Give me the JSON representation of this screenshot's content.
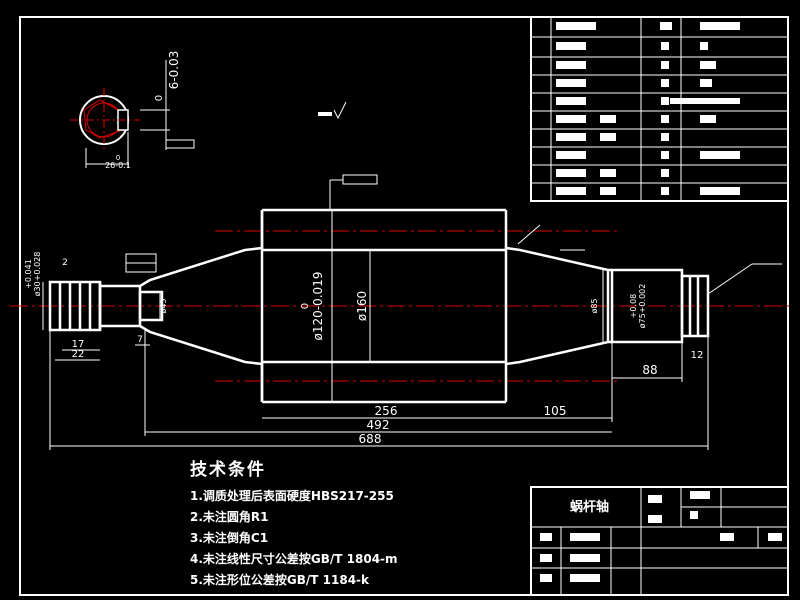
{
  "drawing": {
    "part_name": "蜗杆轴",
    "technical_requirements": {
      "title": "技术条件",
      "items": [
        "1.调质处理后表面硬度HBS217-255",
        "2.未注圆角R1",
        "3.未注倒角C1",
        "4.未注线性尺寸公差按GB/T 1804-m",
        "5.未注形位公差按GB/T 1184-k"
      ]
    },
    "dimensions": {
      "total_length": "688",
      "length_492": "492",
      "length_256": "256",
      "length_105": "105",
      "length_88": "88",
      "length_22": "22",
      "length_17": "17",
      "length_12": "12",
      "length_7": "7",
      "dia_160": "ø160",
      "dia_120": "ø120-0.019",
      "dia_120_upper": "0",
      "dia_30": "ø30+0.028",
      "dia_30_upper": "+0.041",
      "dia_75": "ø75+0.002",
      "dia_75_upper": "+0.08",
      "dia_85": "ø85",
      "dia_45": "ø45",
      "small_2": "2",
      "section_width": "6-0.03",
      "section_width_upper": "0",
      "section_depth": "26-0.1",
      "section_depth_upper": "0"
    }
  }
}
